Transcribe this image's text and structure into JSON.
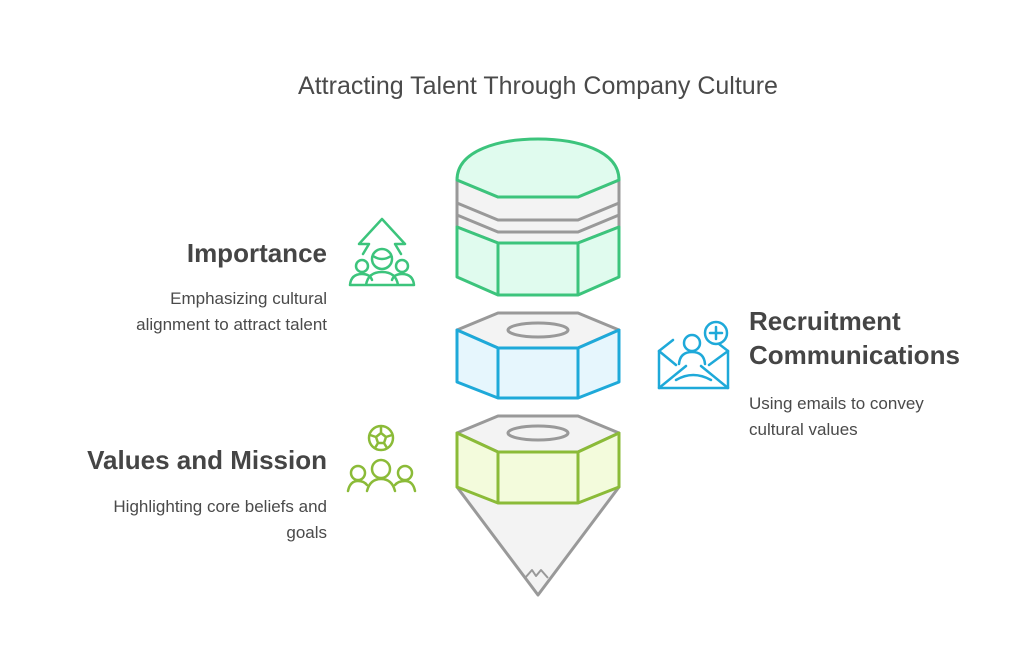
{
  "title": "Attracting Talent Through Company Culture",
  "sections": [
    {
      "heading": "Importance",
      "description": "Emphasizing cultural alignment to attract talent",
      "desc_lines": [
        "Emphasizing cultural",
        "alignment to attract talent"
      ],
      "icon": "growth-team-icon",
      "color": "#3cc47c"
    },
    {
      "heading_lines": [
        "Recruitment",
        "Communications"
      ],
      "heading": "Recruitment Communications",
      "description": "Using emails to convey cultural values",
      "desc_lines": [
        "Using emails to convey",
        "cultural values"
      ],
      "icon": "email-add-user-icon",
      "color": "#1ea9d9"
    },
    {
      "heading": "Values and Mission",
      "description": "Highlighting core beliefs and goals",
      "desc_lines": [
        "Highlighting core beliefs and",
        "goals"
      ],
      "icon": "team-ball-icon",
      "color": "#8bbb38"
    }
  ]
}
